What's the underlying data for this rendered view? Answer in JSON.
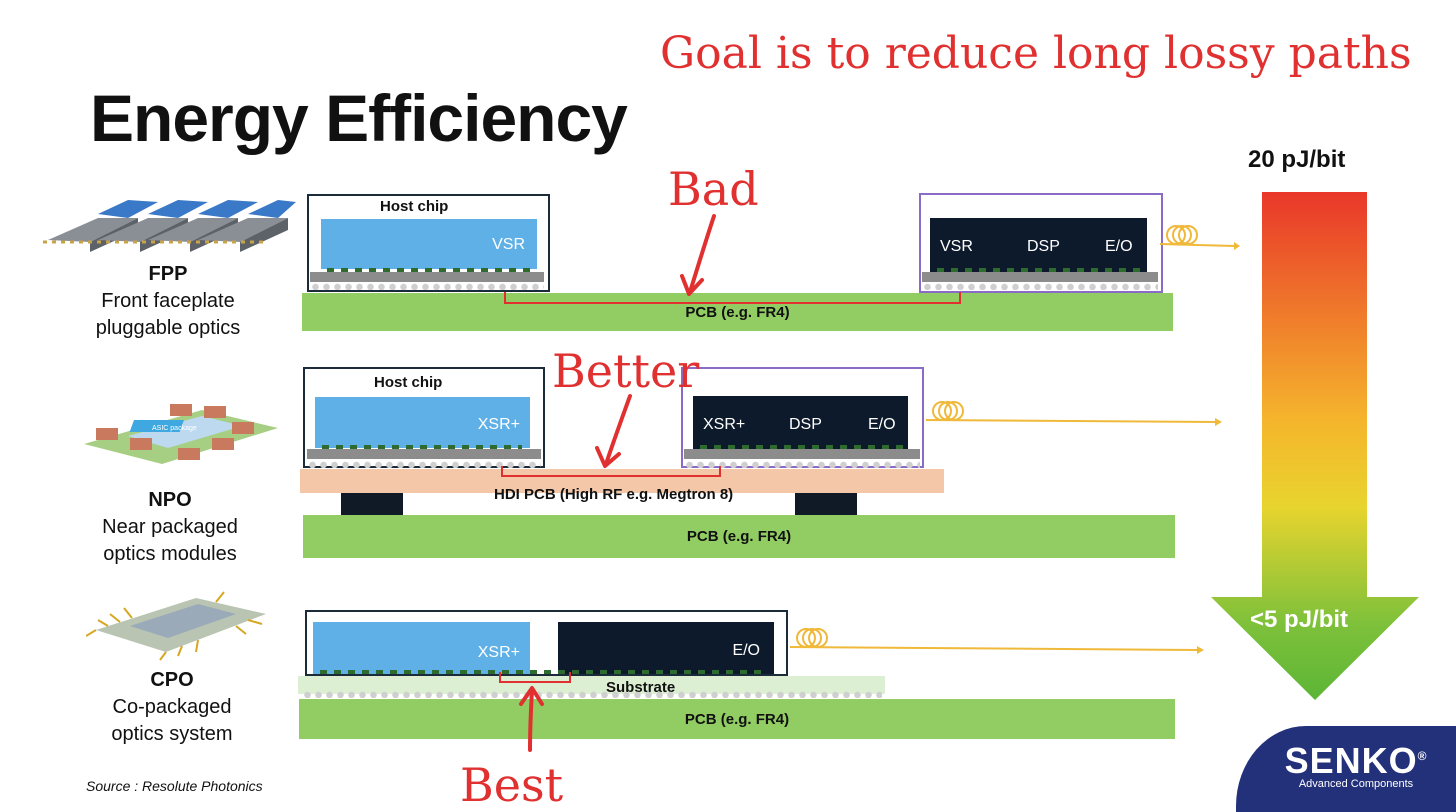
{
  "title": "Energy Efficiency",
  "goal_annotation": "Goal is to reduce long lossy paths",
  "annotations": {
    "bad": "Bad",
    "better": "Better",
    "best": "Best"
  },
  "rows": {
    "fpp": {
      "abbr": "FPP",
      "line1": "Front faceplate",
      "line2": "pluggable optics",
      "host_label": "Host chip",
      "host_block": "VSR",
      "module": [
        "VSR",
        "DSP",
        "E/O"
      ],
      "pcb": "PCB (e.g. FR4)"
    },
    "npo": {
      "abbr": "NPO",
      "line1": "Near packaged",
      "line2": "optics modules",
      "host_label": "Host chip",
      "host_block": "XSR+",
      "module": [
        "XSR+",
        "DSP",
        "E/O"
      ],
      "hdi": "HDI PCB (High RF e.g. Megtron 8)",
      "pcb": "PCB (e.g. FR4)",
      "asic_label": "ASIC package"
    },
    "cpo": {
      "abbr": "CPO",
      "line1": "Co-packaged",
      "line2": "optics system",
      "host_block": "XSR+",
      "module": [
        "E/O"
      ],
      "substrate": "Substrate",
      "pcb": "PCB (e.g. FR4)"
    }
  },
  "energy_scale": {
    "top": "20 pJ/bit",
    "bottom": "<5 pJ/bit"
  },
  "source": "Source : Resolute Photonics",
  "brand": {
    "name": "SENKO",
    "reg": "®",
    "tagline": "Advanced Components"
  },
  "colors": {
    "annotation": "#e03030",
    "pcb": "#91cd62",
    "hdi": "#f3c7a8",
    "chip_blue": "#5fb0e6",
    "chip_dark": "#0d1a2b",
    "brand": "#23317a"
  }
}
